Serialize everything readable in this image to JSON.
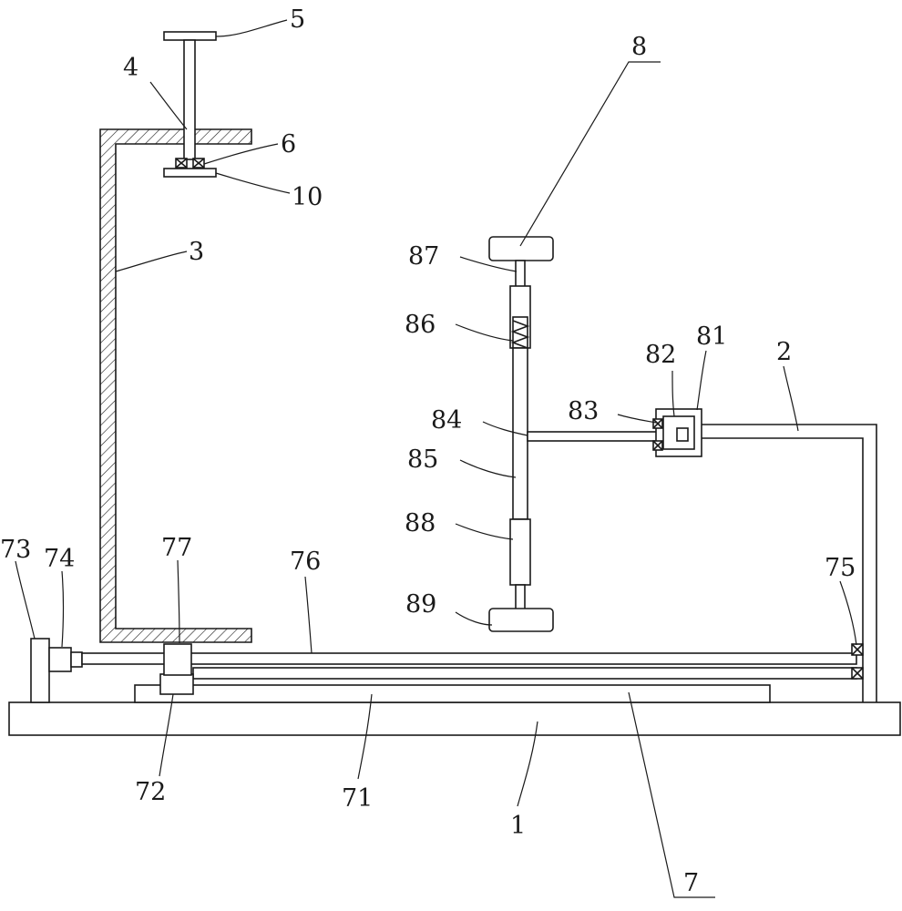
{
  "labels": {
    "l1": "1",
    "l2": "2",
    "l3": "3",
    "l4": "4",
    "l5": "5",
    "l6": "6",
    "l7": "7",
    "l8": "8",
    "l10": "10",
    "l71": "71",
    "l72": "72",
    "l73": "73",
    "l74": "74",
    "l75": "75",
    "l76": "76",
    "l77": "77",
    "l81": "81",
    "l82": "82",
    "l83": "83",
    "l84": "84",
    "l85": "85",
    "l86": "86",
    "l87": "87",
    "l88": "88",
    "l89": "89"
  },
  "colors": {
    "stroke": "#1a1a1a",
    "background": "#ffffff"
  }
}
